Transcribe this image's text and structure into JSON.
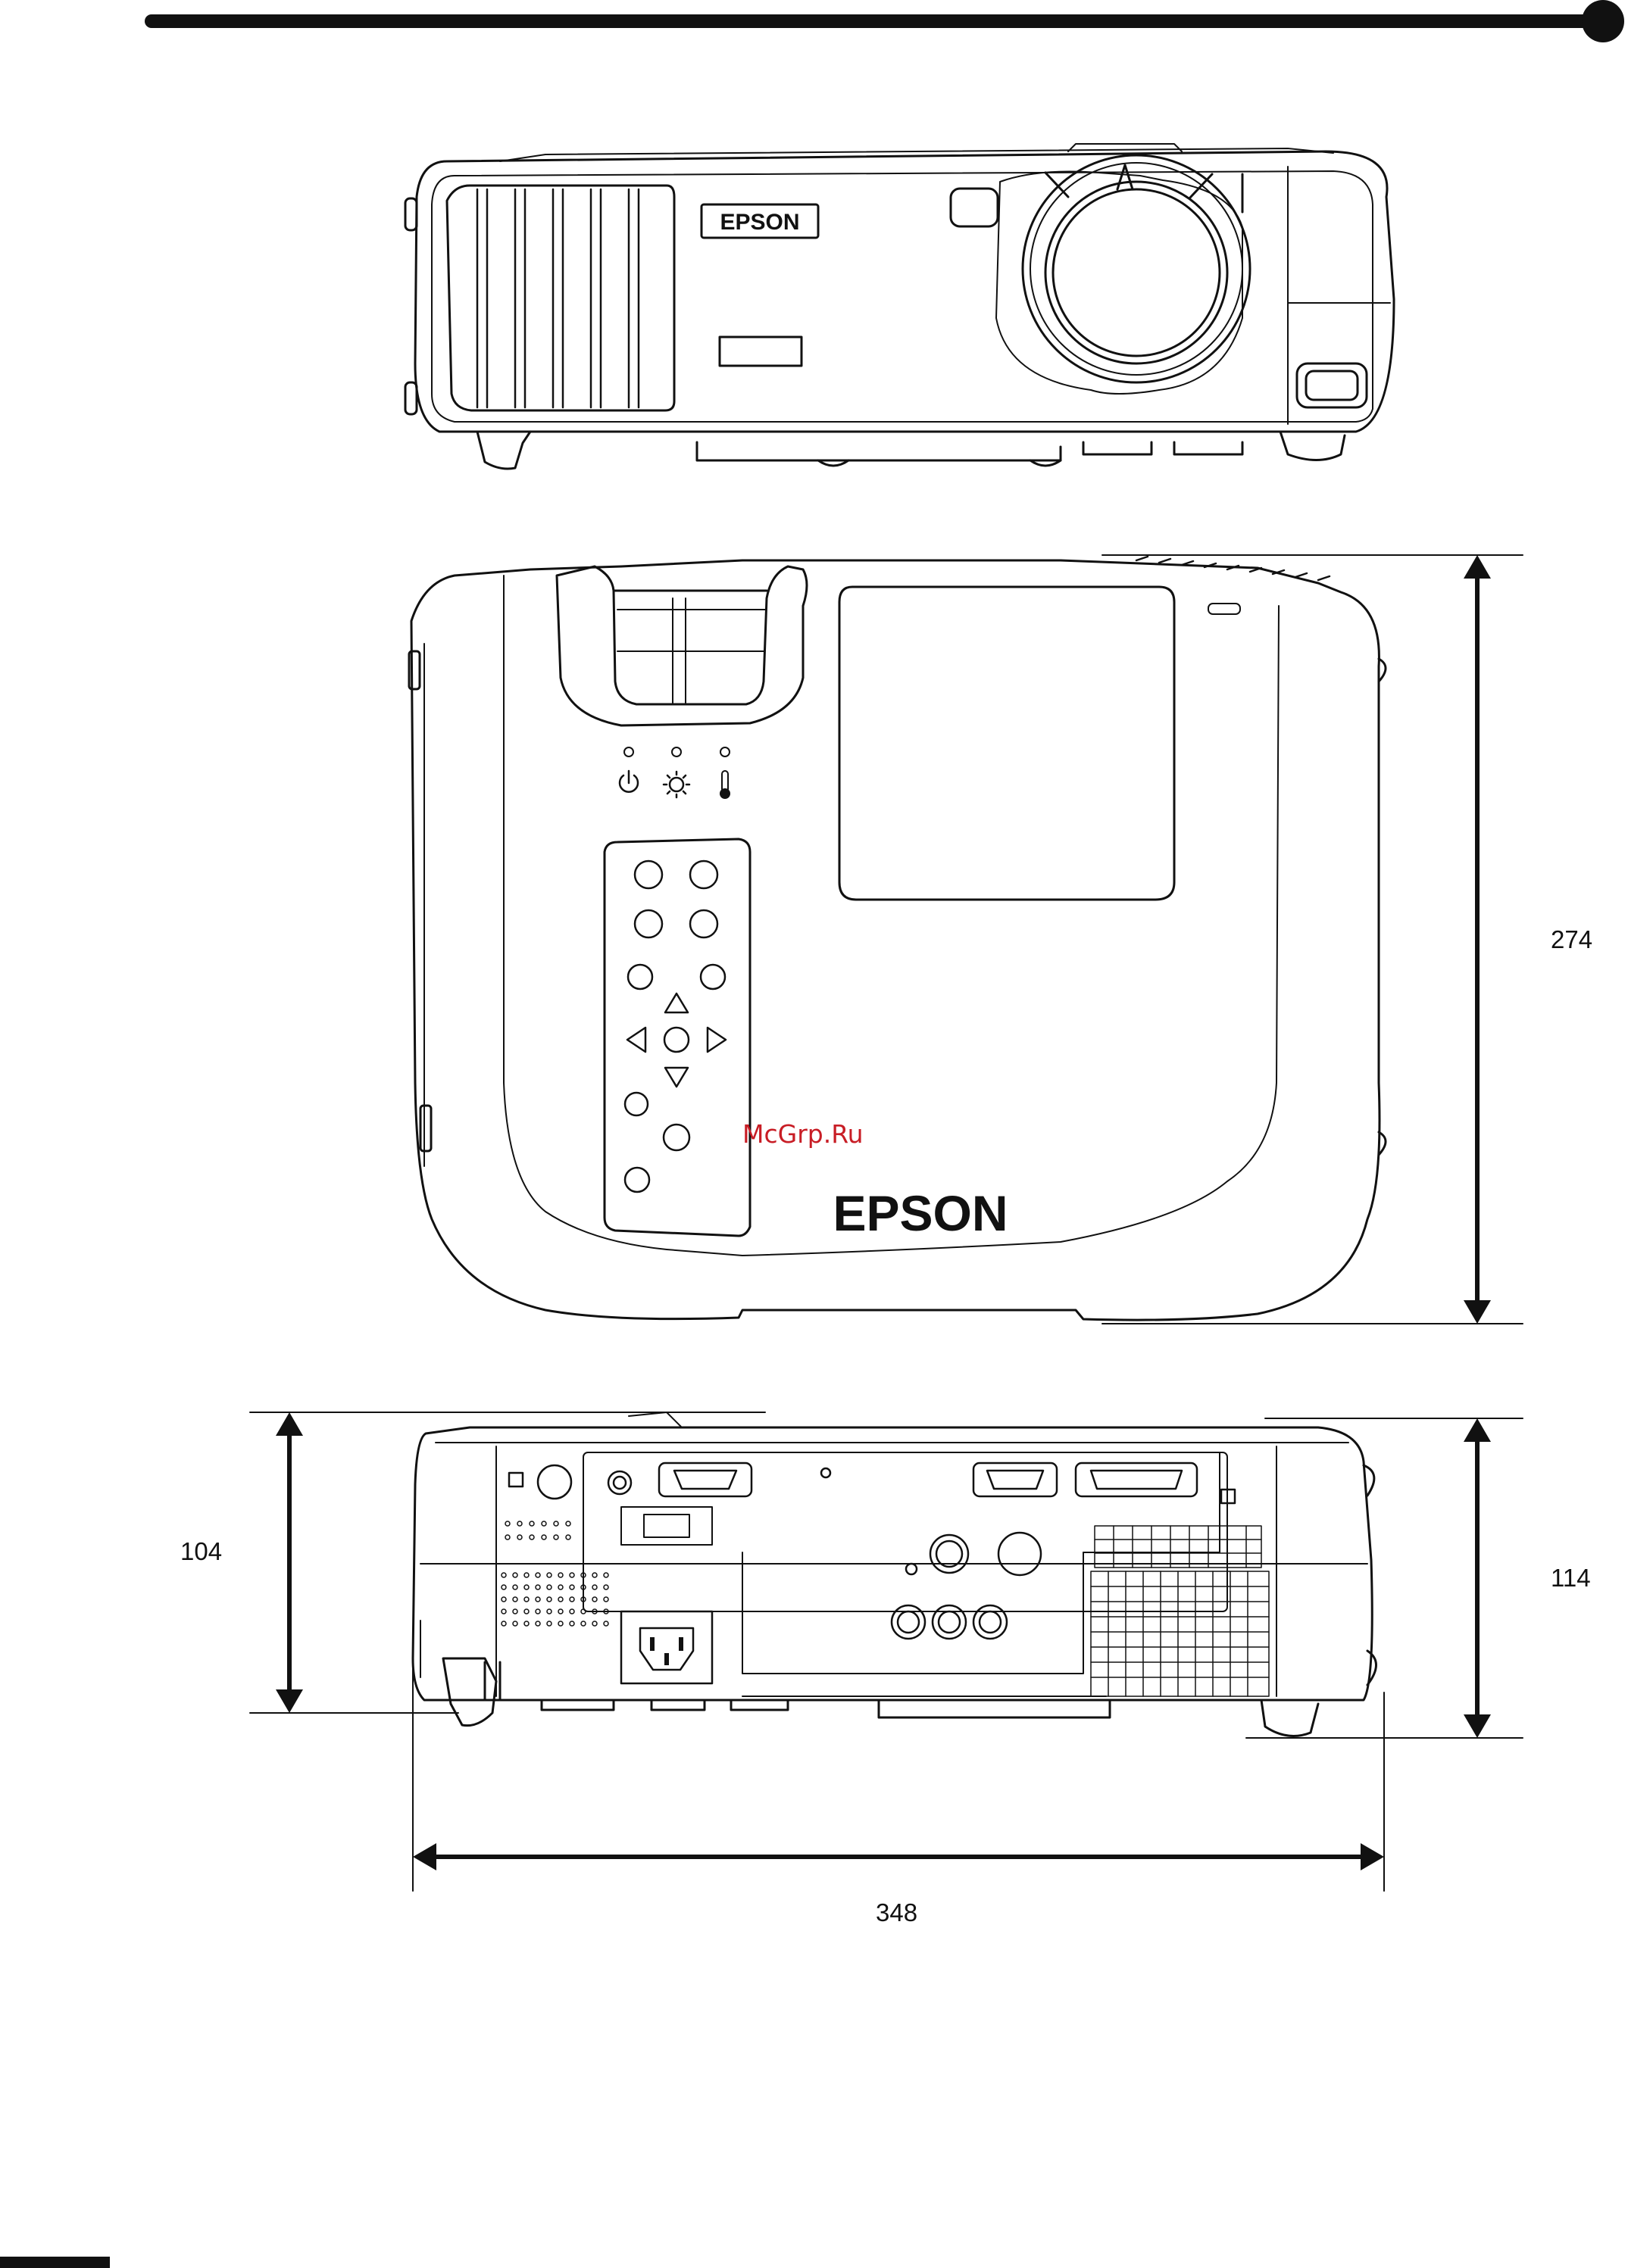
{
  "brand": {
    "front_logo": "EPSON",
    "top_logo": "EPSON"
  },
  "dimensions": {
    "depth": "274",
    "height_left": "104",
    "height_right": "114",
    "width": "348"
  },
  "watermark": "McGrp.Ru",
  "colors": {
    "line": "#111111",
    "watermark": "#c81d25",
    "background": "#ffffff"
  },
  "indicators": [
    "power-icon",
    "lamp-icon",
    "temperature-icon"
  ]
}
